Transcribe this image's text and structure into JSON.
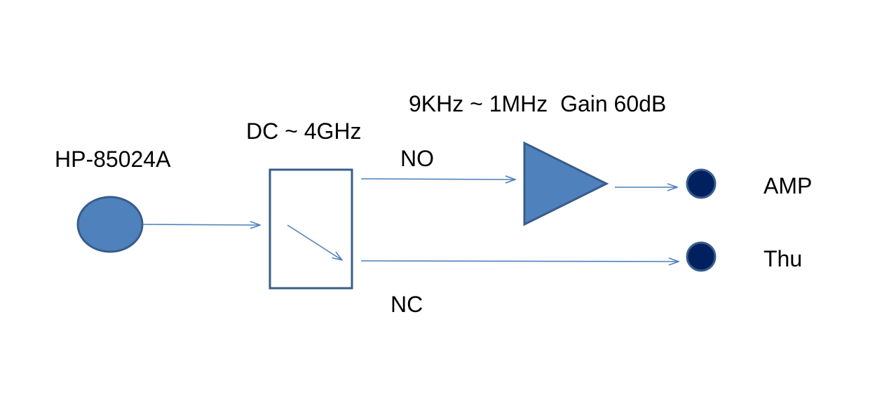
{
  "labels": {
    "probe": "HP-85024A",
    "switch_range": "DC ~ 4GHz",
    "amp_spec": "9KHz ~ 1MHz  Gain 60dB",
    "no": "NO",
    "nc": "NC",
    "amp_out": "AMP",
    "thru_out": "Thu"
  },
  "colors": {
    "shape_fill": "#4f81bd",
    "shape_stroke": "#385d8a",
    "wire": "#4f81bd",
    "switch_box": "#385d8a",
    "terminal_fill": "#002060",
    "terminal_stroke": "#385d8a",
    "text": "#000000"
  },
  "icons": {
    "probe": "circle-source-icon",
    "switch": "spdt-switch-icon",
    "amplifier": "triangle-amplifier-icon",
    "terminal": "dot-terminal-icon"
  }
}
